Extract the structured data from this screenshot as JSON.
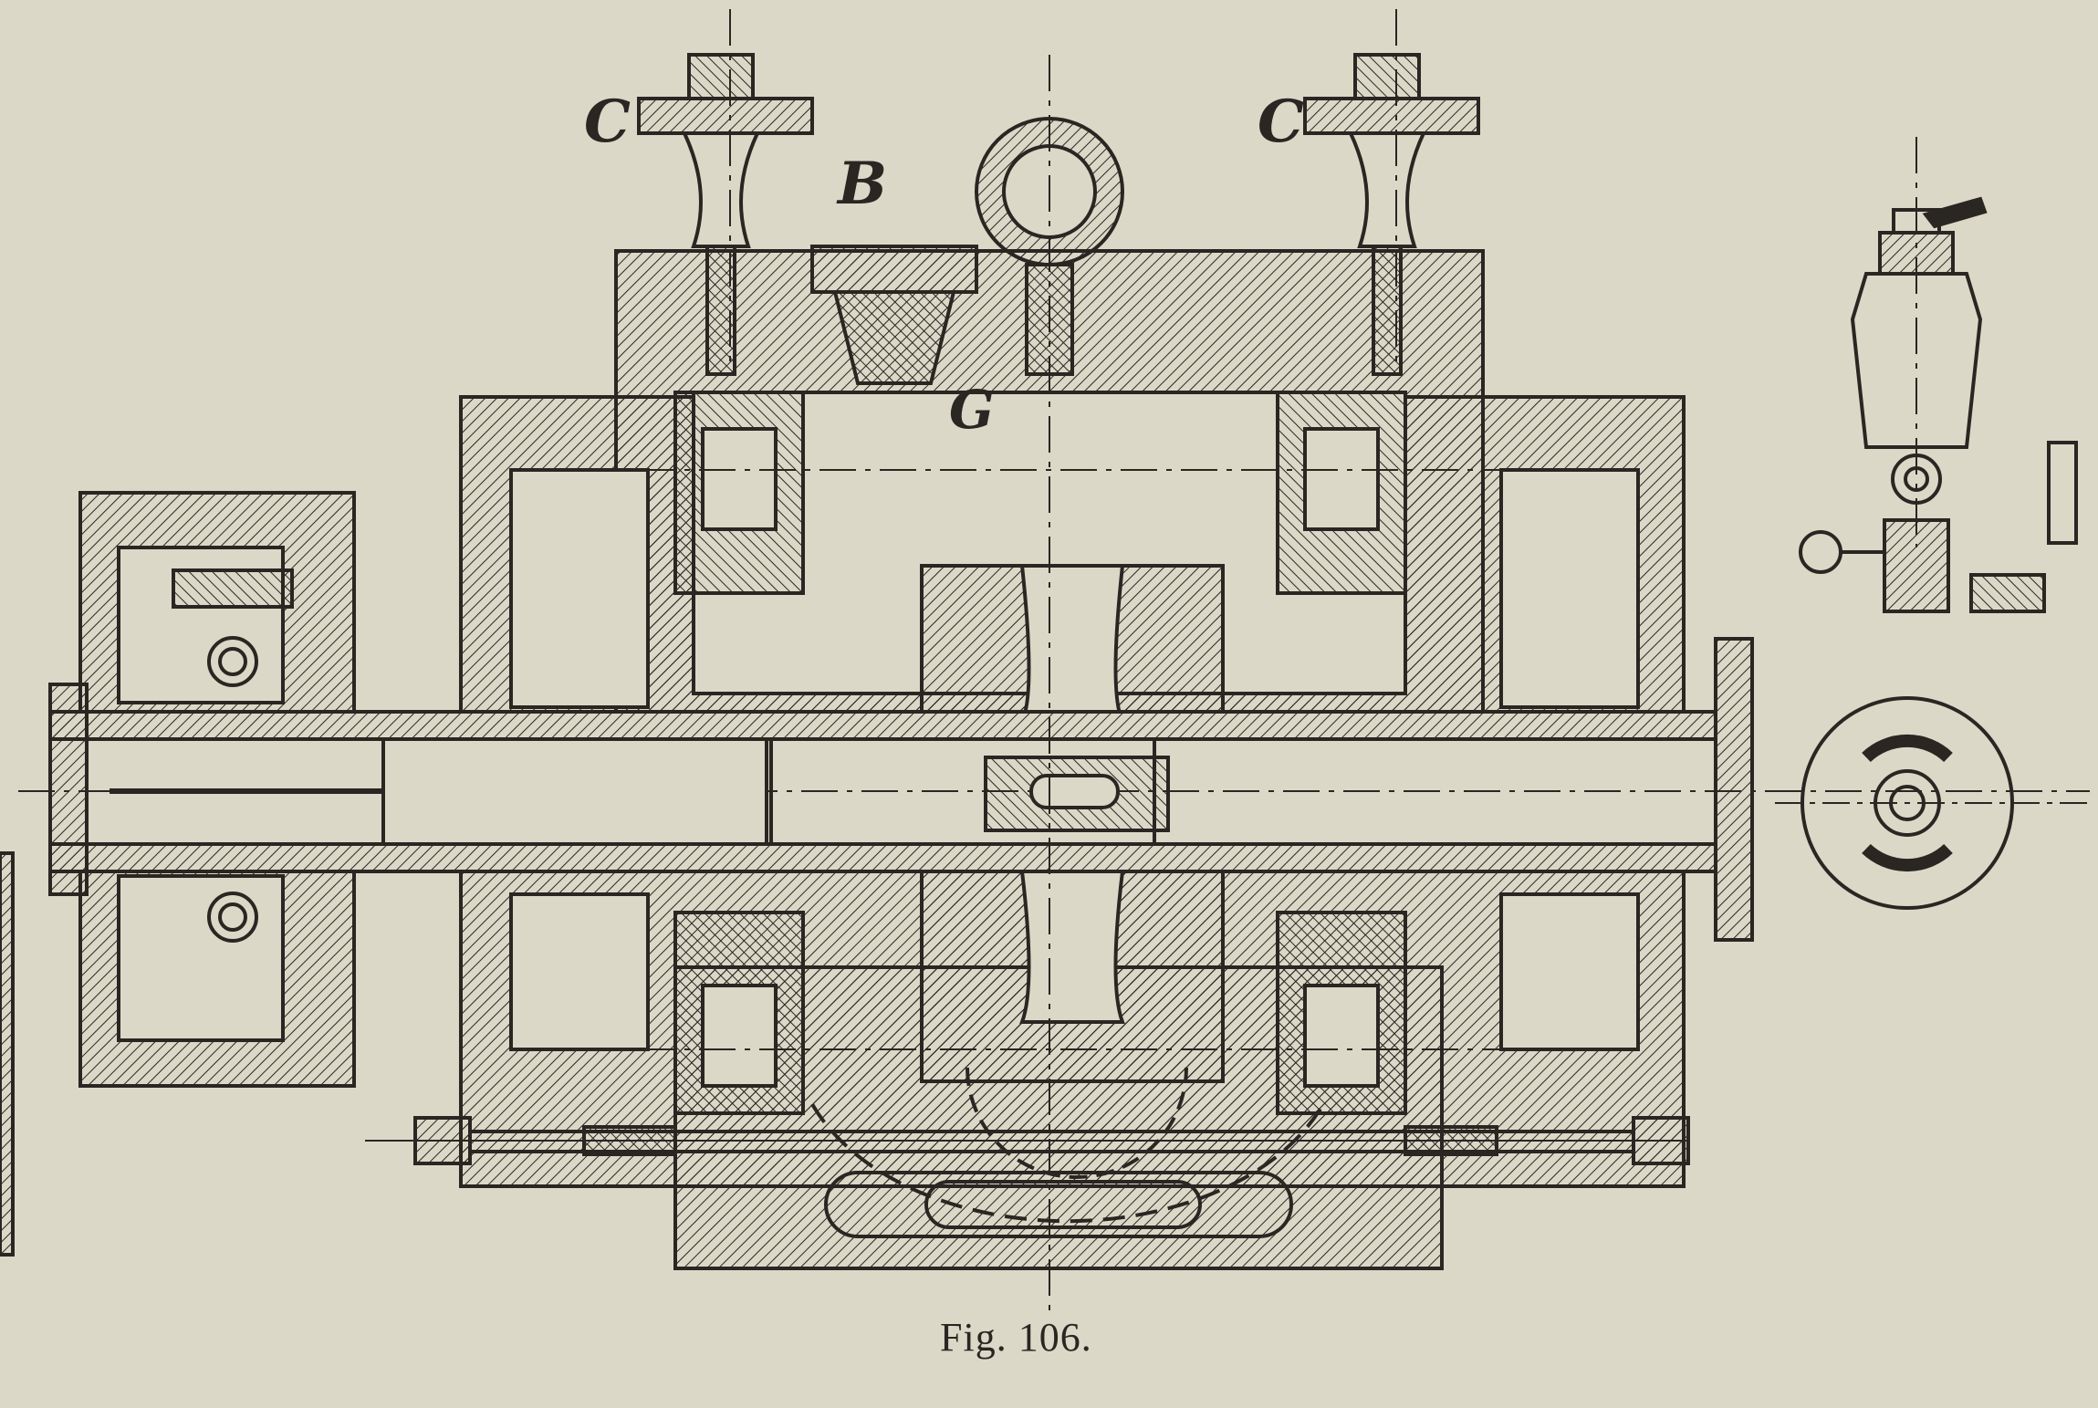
{
  "figure": {
    "caption": "Fig. 106.",
    "labels": {
      "c_left": "C",
      "c_right": "C",
      "b": "B",
      "g": "G"
    }
  },
  "colors": {
    "ink": "#2a2622",
    "paper": "#dcd8c8"
  }
}
